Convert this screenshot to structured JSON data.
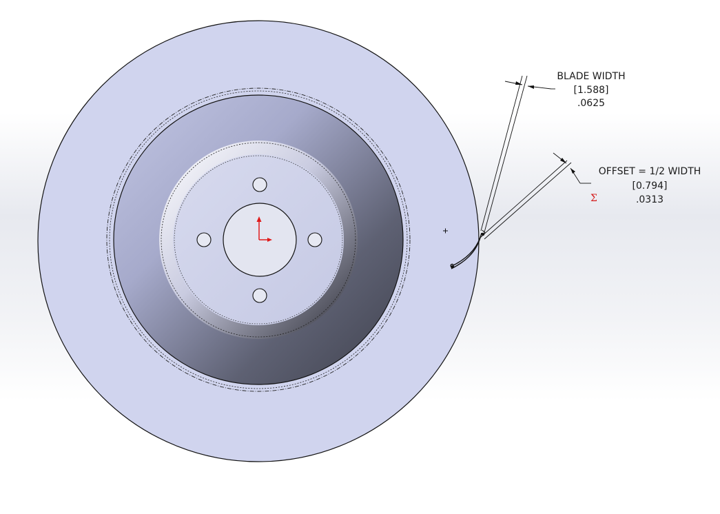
{
  "drawing": {
    "blade_width": {
      "label": "BLADE WIDTH",
      "metric": "[1.588]",
      "imperial": ".0625"
    },
    "offset": {
      "label": "OFFSET = 1/2 WIDTH",
      "metric": "[0.794]",
      "imperial": ".0313",
      "relation_symbol": "Σ"
    }
  },
  "colors": {
    "disc_face": "#d0d4ee",
    "hub_light": "#b8bcda",
    "hub_dark": "#4a4d5c",
    "outline": "#111111",
    "origin_axis": "#e01a1a"
  }
}
